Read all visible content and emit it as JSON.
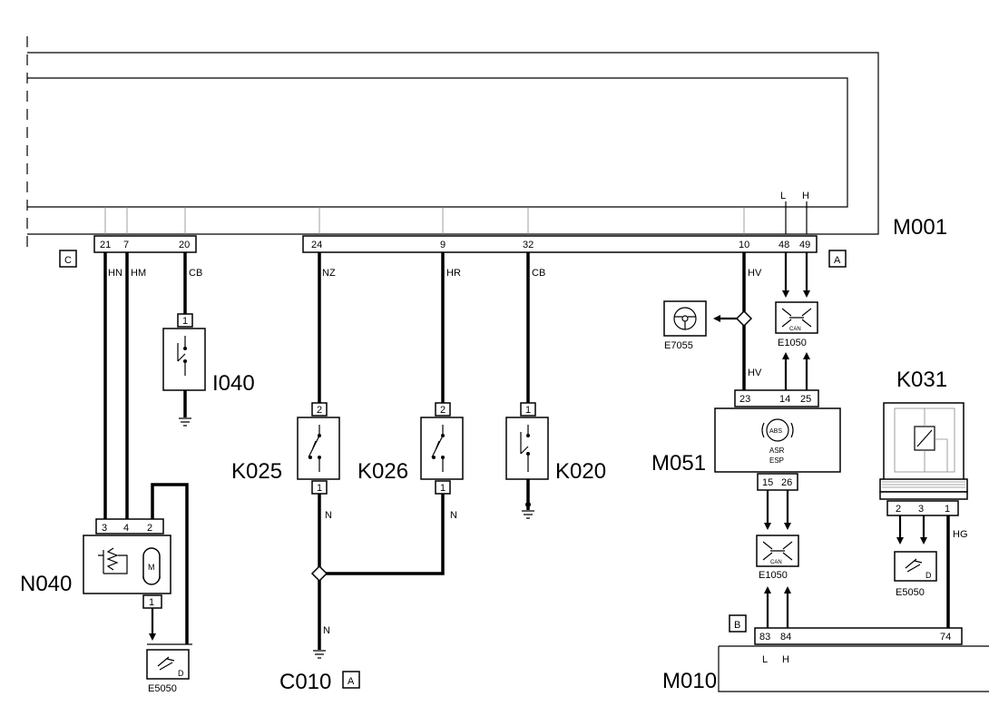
{
  "modules": {
    "m001": "M001",
    "m010": "M010",
    "m051": "M051",
    "k031": "K031",
    "k025": "K025",
    "k026": "K026",
    "k020": "K020",
    "i040": "I040",
    "n040": "N040",
    "c010": "C010",
    "e7055": "E7055",
    "e1050_top": "E1050",
    "e1050_bottom": "E1050",
    "e5050_left": "E5050",
    "e5050_right": "E5050"
  },
  "connectors": {
    "c": "C",
    "a": "A",
    "b": "B",
    "c010_ref": "A"
  },
  "m001_pins": {
    "p21": "21",
    "p7": "7",
    "p20": "20",
    "p24": "24",
    "p9": "9",
    "p32": "32",
    "p10": "10",
    "p48": "48",
    "p49": "49",
    "l": "L",
    "h": "H"
  },
  "wires": {
    "hn": "HN",
    "hm": "HM",
    "cb1": "CB",
    "nz": "NZ",
    "hr": "HR",
    "cb2": "CB",
    "hv1": "HV",
    "hv2": "HV",
    "hg": "HG",
    "n1": "N",
    "n2": "N",
    "n3": "N"
  },
  "m051_pins": {
    "p23": "23",
    "p14": "14",
    "p25": "25",
    "p15": "15",
    "p26": "26",
    "abs": "ABS",
    "asr": "ASR",
    "esp": "ESP"
  },
  "m010_pins": {
    "p83": "83",
    "p84": "84",
    "p74": "74",
    "l": "L",
    "h": "H"
  },
  "component_pins": {
    "i040_1": "1",
    "k025_2": "2",
    "k025_1": "1",
    "k026_2": "2",
    "k026_1": "1",
    "k020_1": "1",
    "n040_3": "3",
    "n040_4": "4",
    "n040_2": "2",
    "n040_1": "1",
    "n040_m": "M",
    "k031_2": "2",
    "k031_3": "3",
    "k031_1": "1"
  },
  "small_labels": {
    "can1": "CAN",
    "can2": "CAN",
    "d1": "D",
    "d2": "D"
  }
}
